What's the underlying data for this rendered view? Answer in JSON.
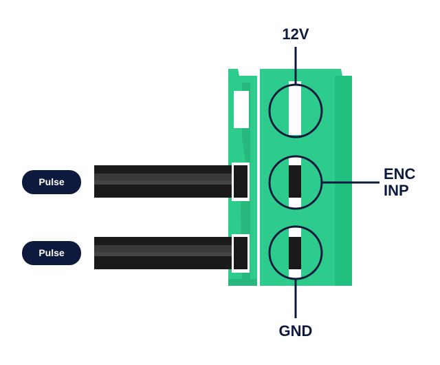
{
  "labels": {
    "top": "12V",
    "right_line1": "ENC",
    "right_line2": "INP",
    "bottom": "GND"
  },
  "wires": [
    {
      "label": "Pulse"
    },
    {
      "label": "Pulse"
    }
  ],
  "colors": {
    "connector_green": "#2ecc8c",
    "connector_dark": "#1fb376",
    "navy": "#0d1a3d",
    "wire_dark": "#1a1a1a"
  }
}
